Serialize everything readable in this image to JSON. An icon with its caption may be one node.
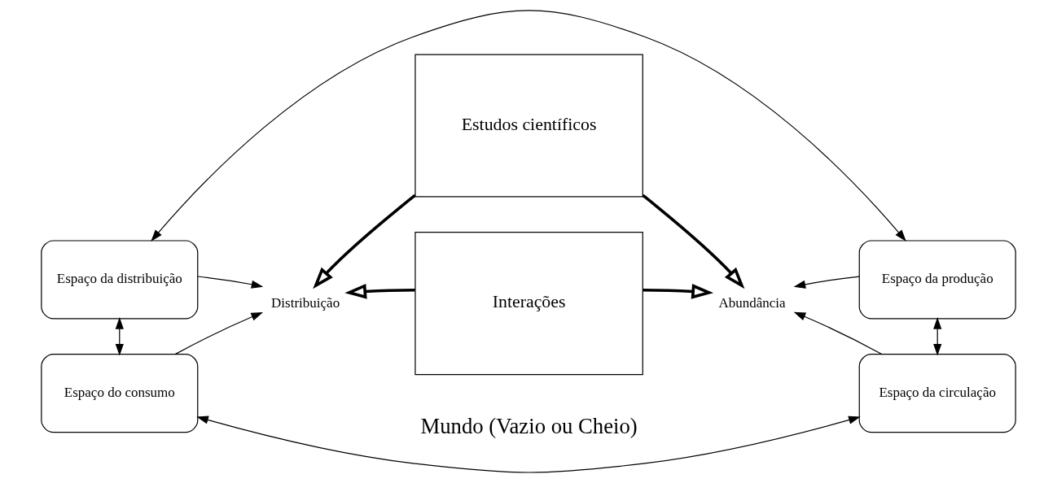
{
  "diagram": {
    "nodes": [
      {
        "text": [
          "Espaço da distribuição"
        ]
      },
      {
        "text": [
          "Estudos científicos"
        ]
      },
      {
        "text": [
          "Espaço da produção"
        ]
      },
      {
        "text": [
          "Distribuição"
        ]
      },
      {
        "text": [
          "Abundância"
        ]
      },
      {
        "text": [
          "Espaço do consumo"
        ]
      },
      {
        "text": [
          "Interações"
        ]
      },
      {
        "text": [
          "Espaço da circulação"
        ]
      }
    ],
    "edges": [
      {
        "from": 0,
        "to": 2,
        "arrow": "both"
      },
      {
        "from": 0,
        "to": 5,
        "arrow": "both"
      },
      {
        "from": 2,
        "to": 7,
        "arrow": "both"
      },
      {
        "from": 7,
        "to": 5,
        "arrow": "both"
      },
      {
        "from": 0,
        "to": 3,
        "arrow": "to"
      },
      {
        "from": 5,
        "to": 3,
        "arrow": "to"
      },
      {
        "from": 2,
        "to": 4,
        "arrow": "to"
      },
      {
        "from": 7,
        "to": 4,
        "arrow": "to"
      },
      {
        "from": 1,
        "to": 3,
        "arrow": "to",
        "style": "thick"
      },
      {
        "from": 1,
        "to": 4,
        "arrow": "to",
        "style": "thick"
      },
      {
        "from": 6,
        "to": 3,
        "arrow": "to",
        "style": "thick"
      },
      {
        "from": 6,
        "to": 4,
        "arrow": "to",
        "style": "thick"
      }
    ],
    "labels": [
      "Mundo (Vazio ou Cheio)"
    ]
  }
}
